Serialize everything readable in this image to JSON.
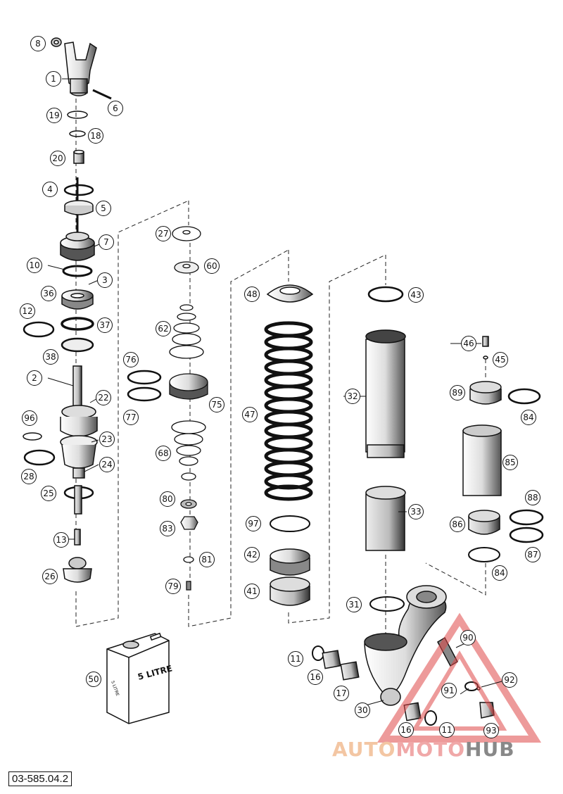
{
  "callouts": [
    {
      "id": "8"
    },
    {
      "id": "1"
    },
    {
      "id": "6"
    },
    {
      "id": "19"
    },
    {
      "id": "18"
    },
    {
      "id": "20"
    },
    {
      "id": "4"
    },
    {
      "id": "5"
    },
    {
      "id": "7"
    },
    {
      "id": "10"
    },
    {
      "id": "3"
    },
    {
      "id": "36"
    },
    {
      "id": "12"
    },
    {
      "id": "37"
    },
    {
      "id": "38"
    },
    {
      "id": "2"
    },
    {
      "id": "22"
    },
    {
      "id": "96"
    },
    {
      "id": "23"
    },
    {
      "id": "28"
    },
    {
      "id": "24"
    },
    {
      "id": "25"
    },
    {
      "id": "13"
    },
    {
      "id": "26"
    },
    {
      "id": "27"
    },
    {
      "id": "60"
    },
    {
      "id": "62"
    },
    {
      "id": "76"
    },
    {
      "id": "77"
    },
    {
      "id": "75"
    },
    {
      "id": "68"
    },
    {
      "id": "80"
    },
    {
      "id": "83"
    },
    {
      "id": "81"
    },
    {
      "id": "79"
    },
    {
      "id": "48"
    },
    {
      "id": "47"
    },
    {
      "id": "97"
    },
    {
      "id": "42"
    },
    {
      "id": "41"
    },
    {
      "id": "43"
    },
    {
      "id": "32"
    },
    {
      "id": "33"
    },
    {
      "id": "31"
    },
    {
      "id": "46"
    },
    {
      "id": "45"
    },
    {
      "id": "89"
    },
    {
      "id": "84"
    },
    {
      "id": "85"
    },
    {
      "id": "88"
    },
    {
      "id": "86"
    },
    {
      "id": "87"
    },
    {
      "id": "84"
    },
    {
      "id": "50"
    },
    {
      "id": "11"
    },
    {
      "id": "16"
    },
    {
      "id": "17"
    },
    {
      "id": "30"
    },
    {
      "id": "16"
    },
    {
      "id": "11"
    },
    {
      "id": "90"
    },
    {
      "id": "91"
    },
    {
      "id": "92"
    },
    {
      "id": "93"
    }
  ],
  "can_label": "5 LITRE",
  "can_side_label": "5 LITRE",
  "document_number": "03-585.04.2",
  "watermark": {
    "part1": "AUTO",
    "part2": "MOTO",
    "part3": "HUB"
  }
}
